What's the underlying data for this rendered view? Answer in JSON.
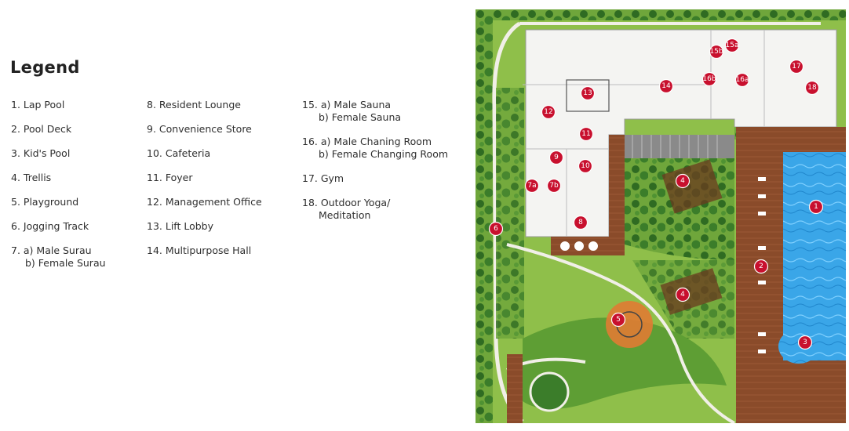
{
  "legend": {
    "title": "Legend",
    "columns": [
      [
        {
          "lines": [
            "1.  Lap Pool"
          ]
        },
        {
          "lines": [
            "2.  Pool Deck"
          ]
        },
        {
          "lines": [
            "3.  Kid's Pool"
          ]
        },
        {
          "lines": [
            "4.  Trellis"
          ]
        },
        {
          "lines": [
            "5.  Playground"
          ]
        },
        {
          "lines": [
            "6.  Jogging Track"
          ]
        },
        {
          "lines": [
            "7.  a) Male Surau",
            "b) Female Surau"
          ]
        }
      ],
      [
        {
          "lines": [
            "8.   Resident Lounge"
          ]
        },
        {
          "lines": [
            "9.   Convenience Store"
          ]
        },
        {
          "lines": [
            "10.  Cafeteria"
          ]
        },
        {
          "lines": [
            "11.  Foyer"
          ]
        },
        {
          "lines": [
            "12.  Management Office"
          ]
        },
        {
          "lines": [
            "13.  Lift Lobby"
          ]
        },
        {
          "lines": [
            "14.  Multipurpose Hall"
          ]
        }
      ],
      [
        {
          "lines": [
            "15.  a) Male Sauna",
            "b) Female Sauna"
          ]
        },
        {
          "lines": [
            "16.  a) Male Chaning Room",
            "b) Female Changing Room"
          ]
        },
        {
          "lines": [
            "17.  Gym"
          ]
        },
        {
          "lines": [
            "18.  Outdoor Yoga/",
            "Meditation"
          ]
        }
      ]
    ]
  },
  "map": {
    "markers": [
      "1",
      "2",
      "3",
      "4",
      "4",
      "5",
      "6",
      "7a",
      "7b",
      "8",
      "9",
      "10",
      "11",
      "12",
      "13",
      "14",
      "15a",
      "15b",
      "16a",
      "16b",
      "17",
      "18"
    ],
    "colors": {
      "marker": "#c8102e",
      "grass": "#8fbf4a",
      "trees": "#2f6b22",
      "deck": "#8a4b2a",
      "pool": "#3aa6e8",
      "building": "#f4f4f2",
      "road": "#8a8a8a"
    }
  }
}
